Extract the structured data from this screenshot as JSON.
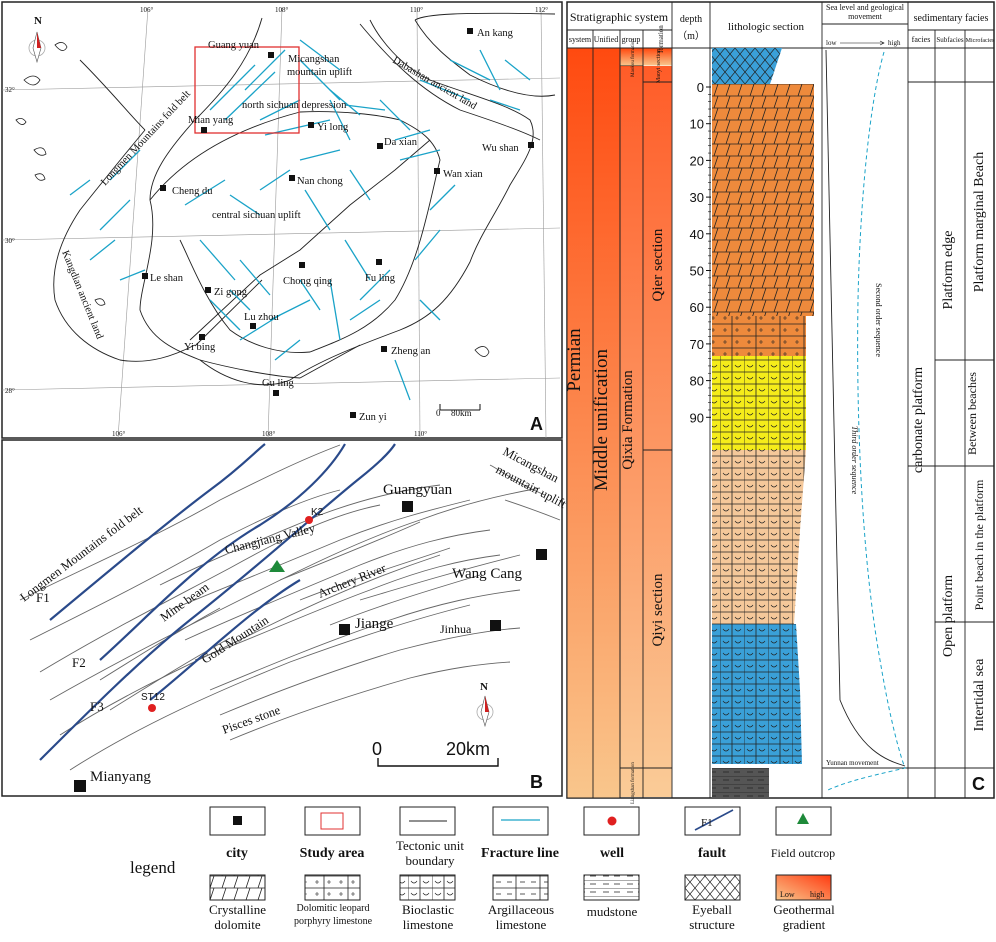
{
  "panelA": {
    "letter": "A",
    "north": "N",
    "scale_label": "80km",
    "scale_zero": "0",
    "lon_labels": [
      "106°",
      "108°",
      "110°",
      "112°"
    ],
    "lon_labels_bottom": [
      "106°",
      "108°",
      "110°"
    ],
    "lat_labels": [
      "32°",
      "30°",
      "28°"
    ],
    "cities": [
      "Guang yuan",
      "An kang",
      "Mian yang",
      "Yi long",
      "Da xian",
      "Wu shan",
      "Cheng du",
      "Nan chong",
      "Wan xian",
      "Le shan",
      "Zi gong",
      "Chong qing",
      "Fu ling",
      "Lu zhou",
      "Yi bing",
      "Zheng an",
      "Gu ling",
      "Zun yi"
    ],
    "regions": [
      "Micangshan",
      "mountain uplift",
      "north sichuan depression",
      "Dabashan ancient land",
      "central sichuan uplift",
      "Longmen Mountains fold belt",
      "Kangdian ancient land"
    ]
  },
  "panelB": {
    "letter": "B",
    "north": "N",
    "scale_zero": "0",
    "scale_label": "20km",
    "cities": [
      "Guangyuan",
      "Wang Cang",
      "Jiange",
      "Jinhua",
      "Mianyang"
    ],
    "wells": [
      "K2",
      "ST12"
    ],
    "faults": [
      "F1",
      "F2",
      "F3"
    ],
    "labels": [
      "Longmen Mountains fold belt",
      "Micangshan",
      "mountain uplift",
      "Changjiang Valley",
      "Mine beam",
      "Archery River",
      "Gold Mountain",
      "Pisces stone"
    ]
  },
  "panelC": {
    "letter": "C",
    "header": {
      "strat": "Stratigraphic system",
      "system": "system",
      "unified": "Unified",
      "group": "group",
      "formation": "formation",
      "depth": "depth",
      "depth_unit": "（m）",
      "litho": "lithologic section",
      "sea": "Sea level and geological movement",
      "low": "low",
      "high": "high",
      "sed": "sedimentary facies",
      "facies": "facies",
      "subfacies": "Subfacies",
      "microfacies": "Microfacies"
    },
    "cols": {
      "system": "Permian",
      "unified": "Middle unification",
      "group": "Qixia Formation",
      "group_top": "Maokou formation",
      "group_bottom": "Liangshan formation",
      "f_maoyi": "Maoyi section",
      "f_qier": "Qier section",
      "f_qiyi": "Qiyi section"
    },
    "depth_ticks": [
      "0",
      "10",
      "20",
      "30",
      "40",
      "50",
      "60",
      "70",
      "80",
      "90"
    ],
    "sequence_second": "Second order sequence",
    "sequence_third": "Third order sequence",
    "movement": "Yunnan movement",
    "facies": "carbonate platform",
    "subfacies": [
      "Platform edge",
      "Open platform"
    ],
    "microfacies": [
      "Platform marginal Beach",
      "Between beaches",
      "Point beach in the platform",
      "Intertidal sea"
    ]
  },
  "legend": {
    "title": "legend",
    "row1": [
      "city",
      "Study area",
      "Tectonic unit boundary",
      "Fracture line",
      "well",
      "fault",
      "Field outcrop"
    ],
    "fault_tag": "F1",
    "row2": [
      "Crystalline dolomite",
      "Dolomitic leopard porphyry limestone",
      "Bioclastic limestone",
      "Argillaceous limestone",
      "mudstone",
      "Eyeball structure",
      "Geothermal gradient"
    ],
    "grad_low": "Low",
    "grad_high": "high"
  },
  "colors": {
    "fracture": "#1aa3c8",
    "fault": "#2a4a8a",
    "study": "#e03030",
    "well": "#e02020",
    "outcrop": "#1e8a3a",
    "blue_litho": "#3aa0d8",
    "orange_litho": "#ee8a3c",
    "yellow_litho": "#f5ec1a",
    "peach_litho": "#f5c89a",
    "dark_litho": "#555555",
    "grad_top": "#ff4a10",
    "grad_bottom": "#f8c088"
  }
}
